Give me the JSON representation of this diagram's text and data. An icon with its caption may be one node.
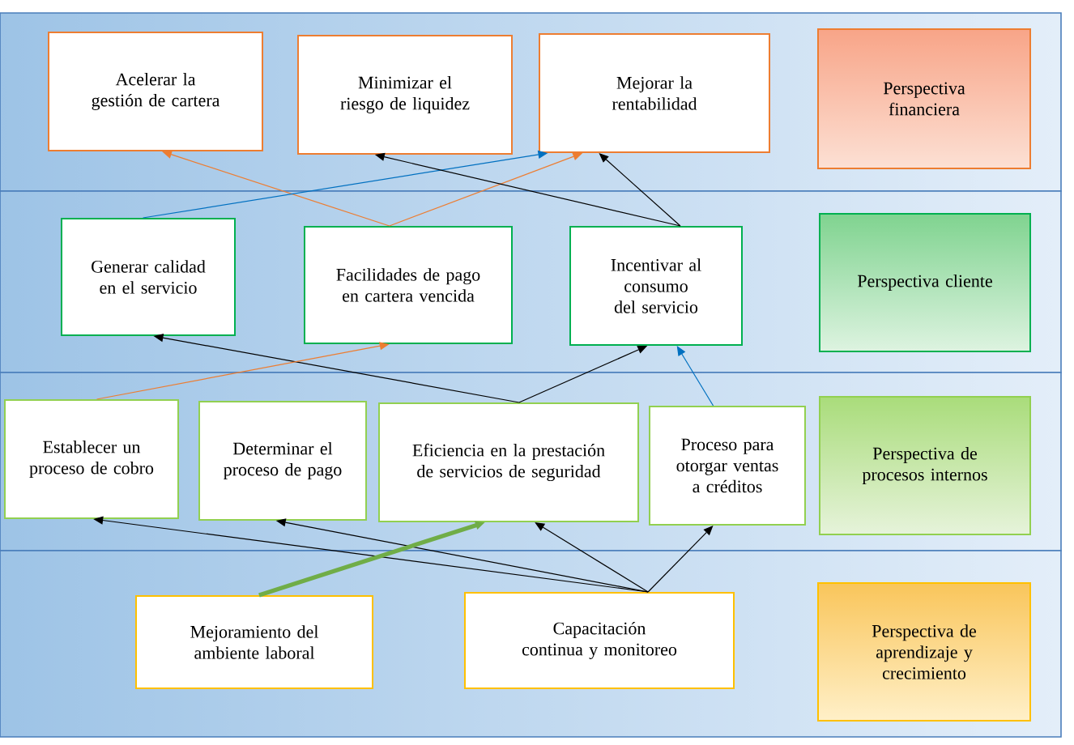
{
  "diagram": {
    "nodes": [
      {
        "text": [
          "Acelerar la gestión de cartera"
        ]
      },
      {
        "text": [
          "Minimizar el riesgo de liquidez"
        ]
      },
      {
        "text": [
          "Mejorar la rentabilidad"
        ]
      },
      {
        "text": [
          "Perspectiva financiera"
        ]
      },
      {
        "text": [
          "Generar calidad en el servicio"
        ]
      },
      {
        "text": [
          "Facilidades de pago en cartera vencida"
        ]
      },
      {
        "text": [
          "Incentivar al consumo del servicio"
        ]
      },
      {
        "text": [
          "Perspectiva cliente"
        ]
      },
      {
        "text": [
          "Establecer un proceso de cobro"
        ]
      },
      {
        "text": [
          "Determinar el proceso de pago"
        ]
      },
      {
        "text": [
          "Eficiencia en la prestación de servicios de seguridad"
        ]
      },
      {
        "text": [
          "Proceso para otorgar ventas a créditos"
        ]
      },
      {
        "text": [
          "Perspectiva de procesos internos"
        ]
      },
      {
        "text": [
          "Mejoramiento del ambiente laboral"
        ]
      },
      {
        "text": [
          "Capacitación continua y monitoreo"
        ]
      },
      {
        "text": [
          "Perspectiva de aprendizaje y crecimiento"
        ]
      }
    ],
    "edges": [
      {
        "from": 5,
        "to": 0,
        "arrow": "to",
        "color": "#ed7d31"
      },
      {
        "from": 5,
        "to": 2,
        "arrow": "to",
        "color": "#ed7d31"
      },
      {
        "from": 4,
        "to": 2,
        "arrow": "to",
        "color": "#0070c0"
      },
      {
        "from": 6,
        "to": 1,
        "arrow": "to"
      },
      {
        "from": 6,
        "to": 2,
        "arrow": "to"
      },
      {
        "from": 10,
        "to": 4,
        "arrow": "to"
      },
      {
        "from": 8,
        "to": 5,
        "arrow": "to",
        "color": "#ed7d31"
      },
      {
        "from": 10,
        "to": 6,
        "arrow": "to"
      },
      {
        "from": 11,
        "to": 6,
        "arrow": "to",
        "color": "#0070c0"
      },
      {
        "from": 14,
        "to": 8,
        "arrow": "to"
      },
      {
        "from": 14,
        "to": 9,
        "arrow": "to"
      },
      {
        "from": 14,
        "to": 10,
        "arrow": "to"
      },
      {
        "from": 14,
        "to": 11,
        "arrow": "to"
      },
      {
        "from": 13,
        "to": 10,
        "arrow": "to",
        "style": "thick",
        "color": "#70ad47"
      }
    ]
  }
}
